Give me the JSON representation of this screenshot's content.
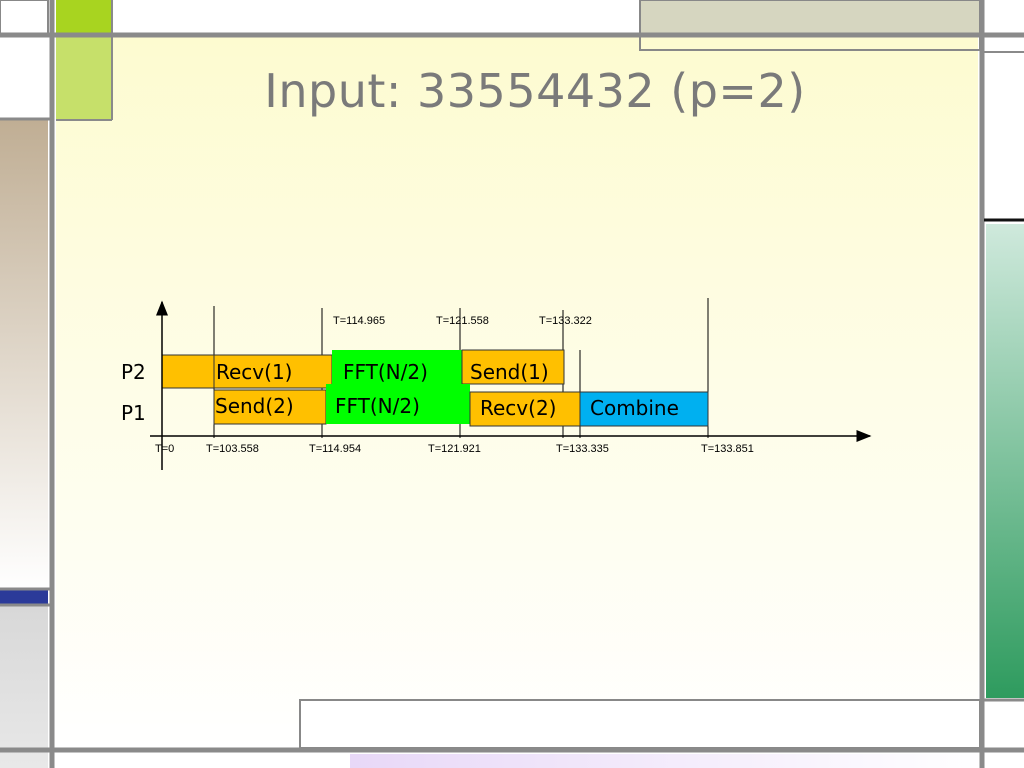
{
  "slide": {
    "title": "Input: 33554432 (p=2)"
  },
  "colors": {
    "orange": "#ffc000",
    "green": "#00ff00",
    "cyan": "#00b0f0",
    "lime_block": "#c6e06a",
    "teal_block": "#2e9b5e",
    "navy_block": "#2b3a99",
    "tan_block": "#c0ae94"
  },
  "diagram": {
    "processors": [
      "P2",
      "P1"
    ],
    "top_time_labels": [
      "T=114.965",
      "T=121.558",
      "T=133.322"
    ],
    "bottom_time_labels": [
      "T=0",
      "T=103.558",
      "T=114.954",
      "T=121.921",
      "T=133.335",
      "T=133.851"
    ],
    "bars": {
      "p2_recv1": "Recv(1)",
      "p2_fft": "FFT(N/2)",
      "p2_send1": "Send(1)",
      "p1_send2": "Send(2)",
      "p1_fft": "FFT(N/2)",
      "p1_recv2": "Recv(2)",
      "p1_combine": "Combine"
    }
  }
}
